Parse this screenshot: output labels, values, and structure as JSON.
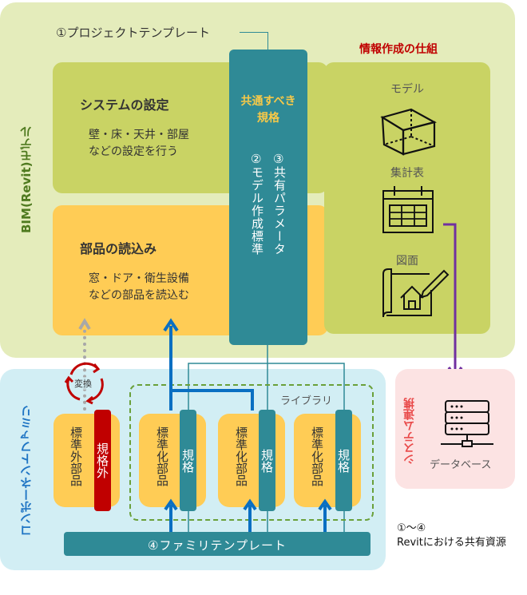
{
  "title": "Revitにおける共有資源の仕組み",
  "colors": {
    "bim_panel": "#e4ecbb",
    "inner_green": "#c9d364",
    "load_yellow": "#ffcc55",
    "teal": "#2f8a96",
    "family_panel": "#d2eef4",
    "system_panel": "#fce3e3",
    "red_tag": "#c00000",
    "blue_arrow": "#0a6fc2",
    "purple_arrow": "#7030a0",
    "heading_red": "#c00000",
    "bim_label": "#4f7a1f",
    "family_label": "#1f75c4",
    "yellow_text": "#f7c948"
  },
  "bim": {
    "side_label": "BIM(Revit)モデル",
    "project_template": "①プロジェクトテンプレート",
    "info_heading": "情報作成の仕組",
    "settings": {
      "title": "システムの設定",
      "line1": "壁・床・天井・部屋",
      "line2": "などの設定を行う"
    },
    "load": {
      "title": "部品の読込み",
      "line1": "窓・ドア・衛生設備",
      "line2": "などの部品を読込む"
    },
    "standards": {
      "heading_line1": "共通すべき",
      "heading_line2": "規格",
      "item2_num": "②",
      "item2_text": "モデル作成標準",
      "item3_num": "③",
      "item3_text": "共有パラメータ"
    },
    "outputs": [
      {
        "label": "モデル",
        "icon": "cube-icon"
      },
      {
        "label": "集計表",
        "icon": "schedule-table-icon"
      },
      {
        "label": "図面",
        "icon": "drawing-icon"
      }
    ]
  },
  "family": {
    "side_label": "コンポーネントファミリ",
    "convert_label": "変換",
    "nonstandard": {
      "part": "標準外部品",
      "tag": "規格外"
    },
    "library_label": "ライブラリ",
    "standard_parts": [
      {
        "part": "標準化部品",
        "tag": "規格"
      },
      {
        "part": "標準化部品",
        "tag": "規格"
      },
      {
        "part": "標準化部品",
        "tag": "規格"
      }
    ],
    "family_template": "④ファミリテンプレート"
  },
  "system": {
    "side_label": "システム連携",
    "database_label": "データベース"
  },
  "legend": {
    "line1": "①〜④",
    "line2": "Revitにおける共有資源"
  }
}
